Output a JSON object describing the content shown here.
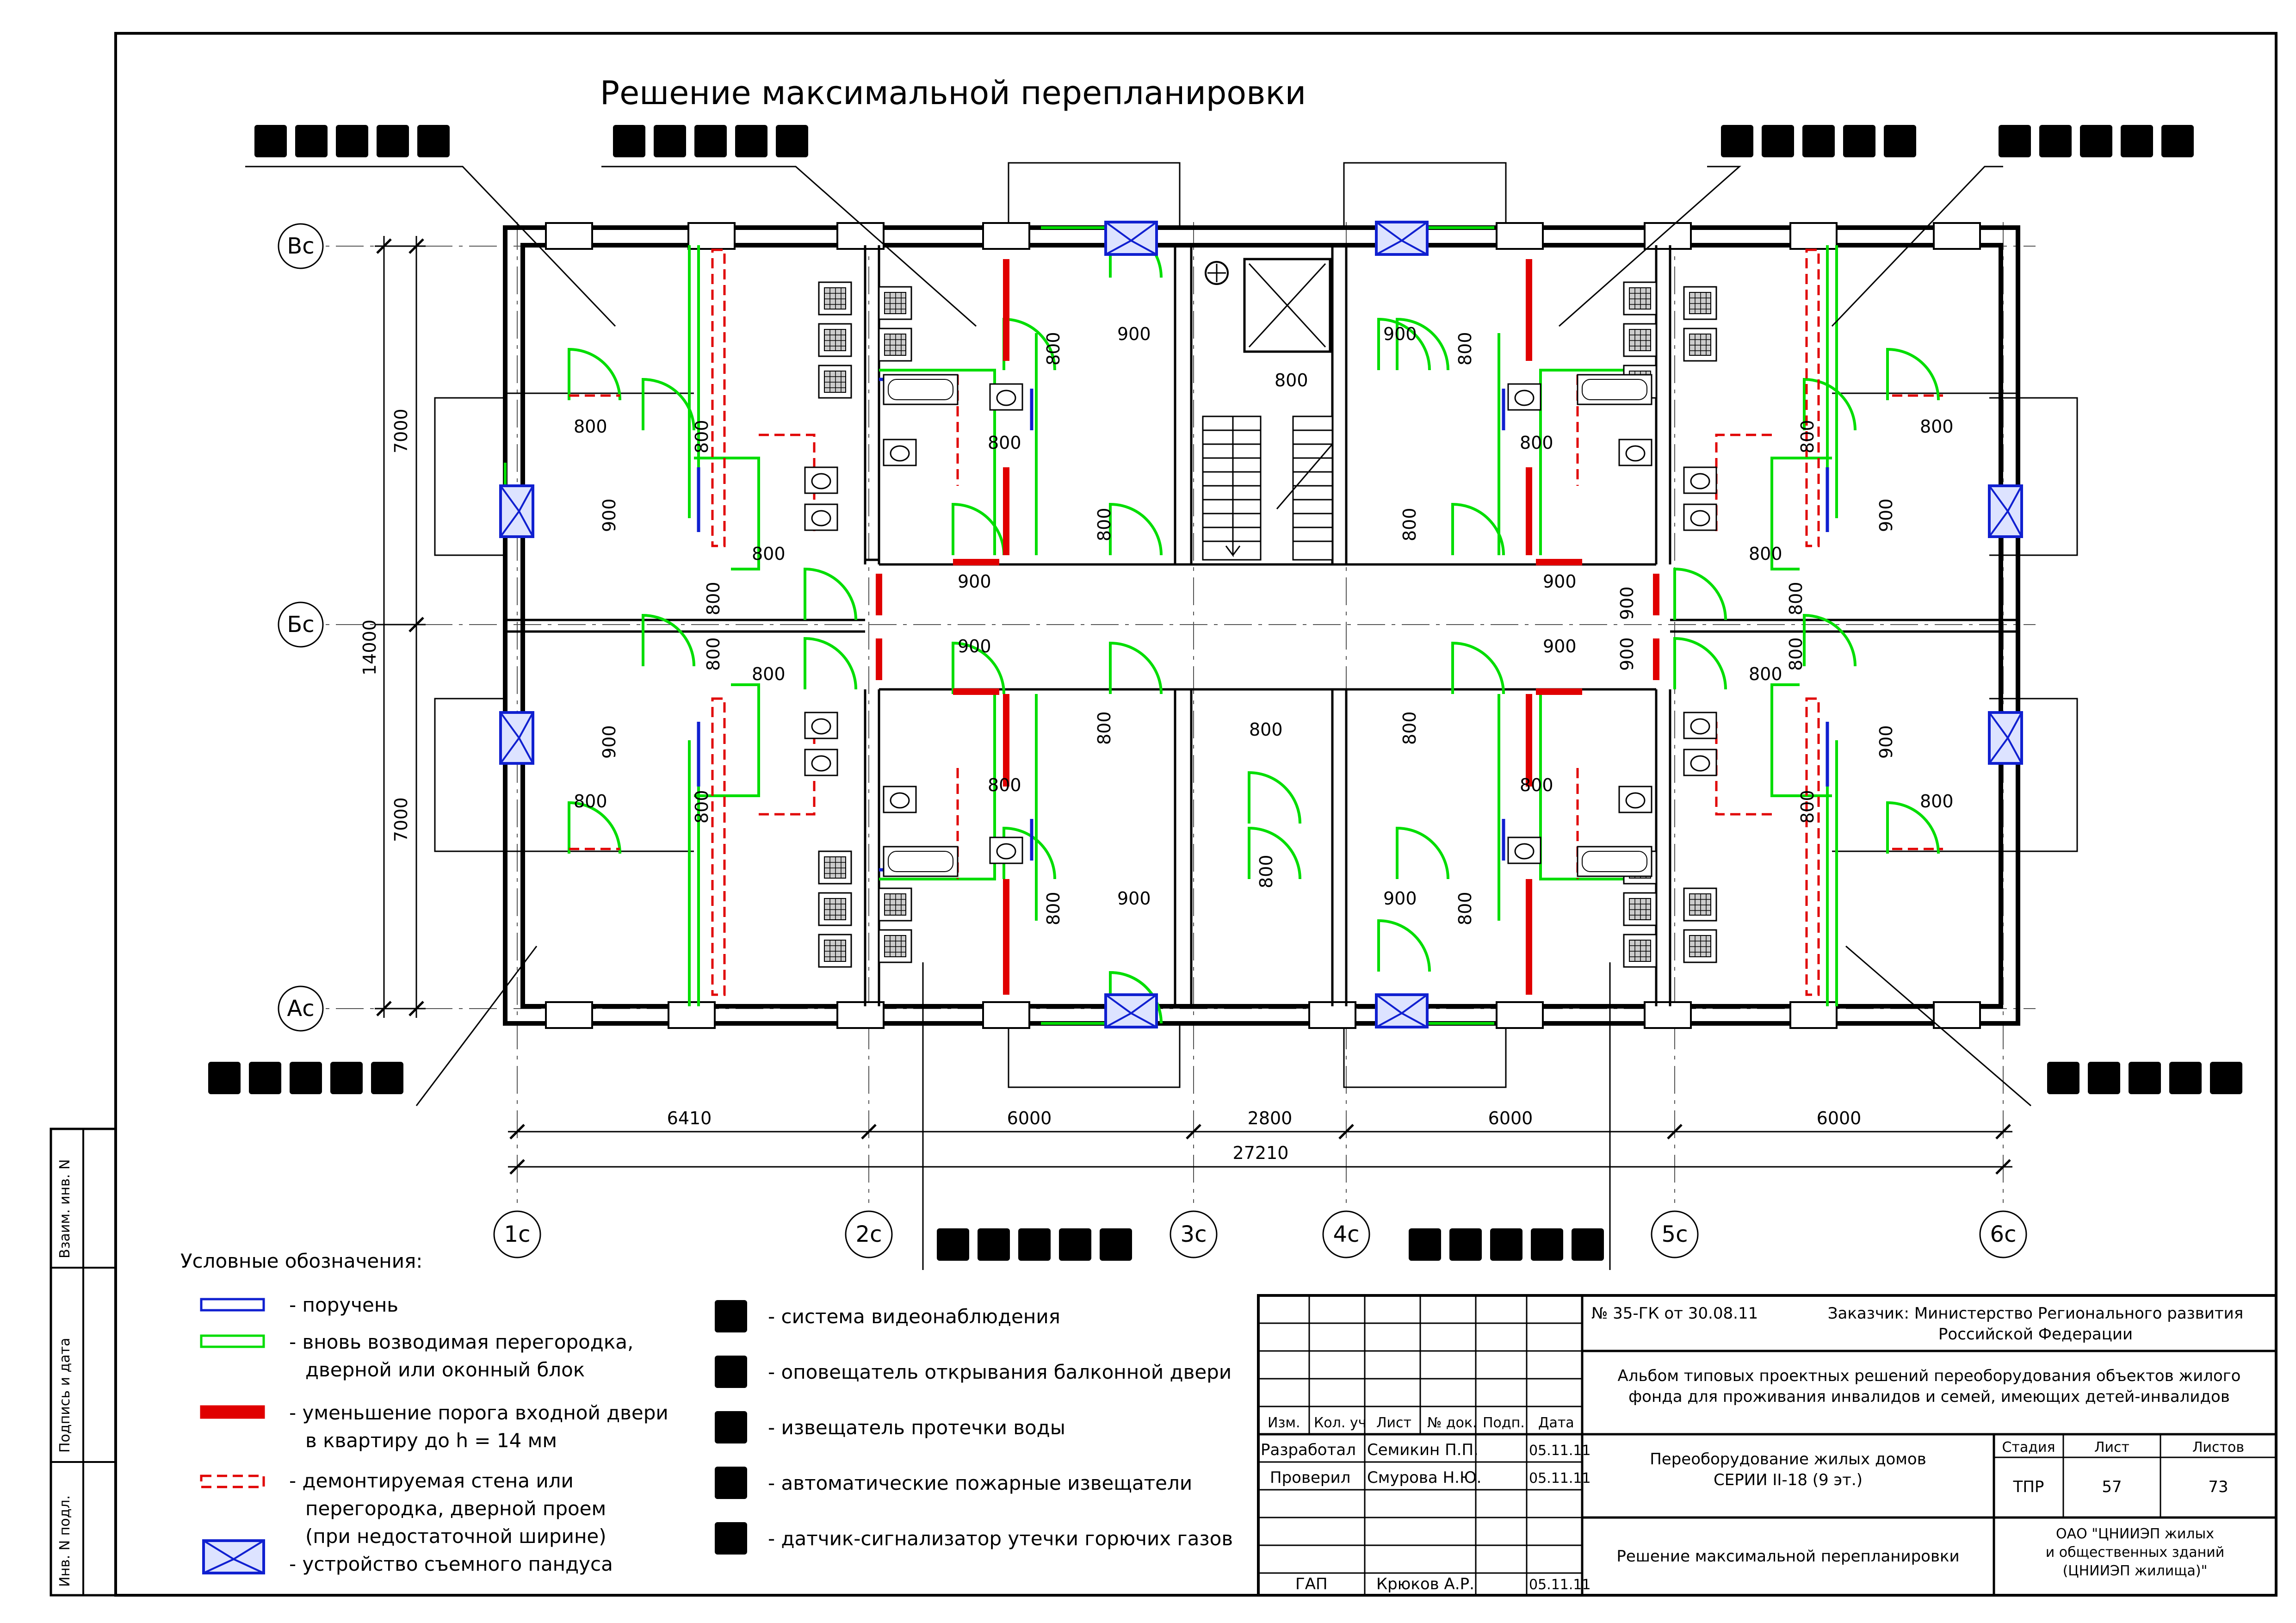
{
  "title": "Решение максимальной перепланировки",
  "axes": {
    "rows": [
      "Вс",
      "Бс",
      "Ас"
    ],
    "cols": [
      "1с",
      "2с",
      "3с",
      "4с",
      "5с",
      "6с"
    ]
  },
  "dims": {
    "vertical": [
      "7000",
      "14000",
      "7000"
    ],
    "horizontal": [
      "6410",
      "6000",
      "2800",
      "6000",
      "6000"
    ],
    "total": "27210",
    "d800": "800",
    "d900": "900"
  },
  "legend": {
    "heading": "Условные обозначения:",
    "items": [
      "- поручень",
      "- вновь возводимая перегородка,",
      "дверной или оконный блок",
      "- уменьшение порога входной двери",
      "в квартиру до h = 14 мм",
      "- демонтируемая стена или",
      "перегородка, дверной проем",
      "(при недостаточной ширине)",
      "- устройство съемного пандуса"
    ],
    "devices": [
      "- система видеонаблюдения",
      "- оповещатель открывания балконной двери",
      "- извещатель протечки воды",
      "- автоматические пожарные извещатели",
      "- датчик-сигнализатор утечки горючих газов"
    ]
  },
  "side_stamp": [
    "Взаим. инв. N",
    "Подпись и дата",
    "Инв. N подл."
  ],
  "stamp": {
    "contract": "№ 35-ГК от 30.08.11",
    "customer1": "Заказчик: Министерство Регионального развития",
    "customer2": "Российской Федерации",
    "album1": "Альбом типовых проектных решений переоборудования объектов жилого",
    "album2": "фонда для проживания инвалидов и семей, имеющих детей-инвалидов",
    "col_heads": [
      "Изм.",
      "Кол. уч",
      "Лист",
      "№ док.",
      "Подп.",
      "Дата"
    ],
    "roles": [
      "Разработал",
      "Проверил",
      "ГАП"
    ],
    "names": [
      "Семикин П.П.",
      "Смурова Н.Ю.",
      "Крюков А.Р."
    ],
    "dates": [
      "05.11.11",
      "05.11.11",
      "05.11.11"
    ],
    "project1": "Переоборудование жилых домов",
    "project2": "СЕРИИ II-18 (9 эт.)",
    "stage_head": "Стадия",
    "sheet_head": "Лист",
    "sheets_head": "Листов",
    "stage": "ТПР",
    "sheet": "57",
    "sheets": "73",
    "drawing": "Решение максимальной перепланировки",
    "org1": "ОАО \"ЦНИИЭП жилых",
    "org2": "и общественных зданий",
    "org3": "(ЦНИИЭП жилища)\""
  },
  "colors": {
    "new_partition": "#00dd00",
    "threshold": "#e00000",
    "handrail": "#1020d0",
    "icons": "#cfcfcf"
  },
  "icons": [
    "camera-icon",
    "bell-icon",
    "water-leak-icon",
    "fire-detector-icon",
    "gas-detector-icon"
  ]
}
